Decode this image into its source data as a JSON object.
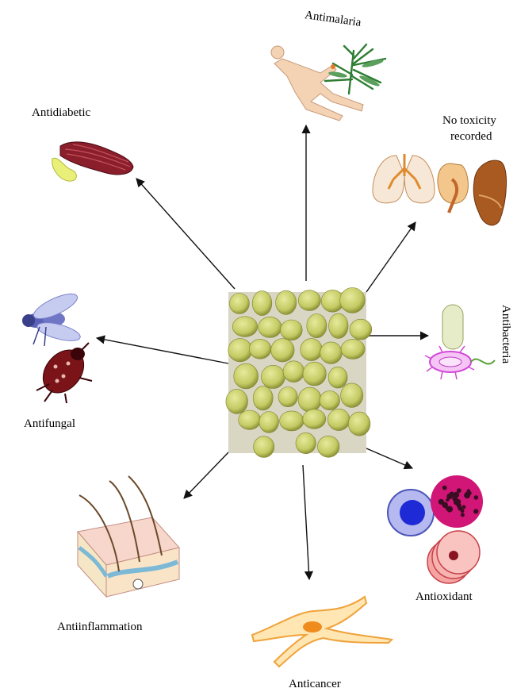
{
  "diagram": {
    "center_image": "fig-fruits-photo",
    "activities": [
      {
        "id": "antimalaria",
        "label": "Antimalaria",
        "icon": "human-and-plant-icon"
      },
      {
        "id": "toxicity",
        "label_line1": "No toxicity",
        "label_line2": "recorded",
        "icon": "lungs-kidney-liver-icon"
      },
      {
        "id": "antibacteria",
        "label": "Antibacteria",
        "icon": "bacteria-icon"
      },
      {
        "id": "antioxidant",
        "label": "Antioxidant",
        "icon": "blood-cells-icon"
      },
      {
        "id": "anticancer",
        "label": "Anticancer",
        "icon": "neuron-cell-icon"
      },
      {
        "id": "antiinflammation",
        "label": "Antiinflammation",
        "icon": "skin-cross-section-icon"
      },
      {
        "id": "antifungal",
        "label": "Antifungal",
        "icon": "fly-and-cockroach-icon"
      },
      {
        "id": "antidiabetic",
        "label": "Antidiabetic",
        "icon": "muscle-and-pancreas-icon"
      }
    ],
    "colors": {
      "arrow": "#111111",
      "fig_green": "#c8cf6a",
      "muscle": "#8b1e2b",
      "organ": "#f2c28a",
      "cell_orange": "#f7b04a"
    }
  }
}
